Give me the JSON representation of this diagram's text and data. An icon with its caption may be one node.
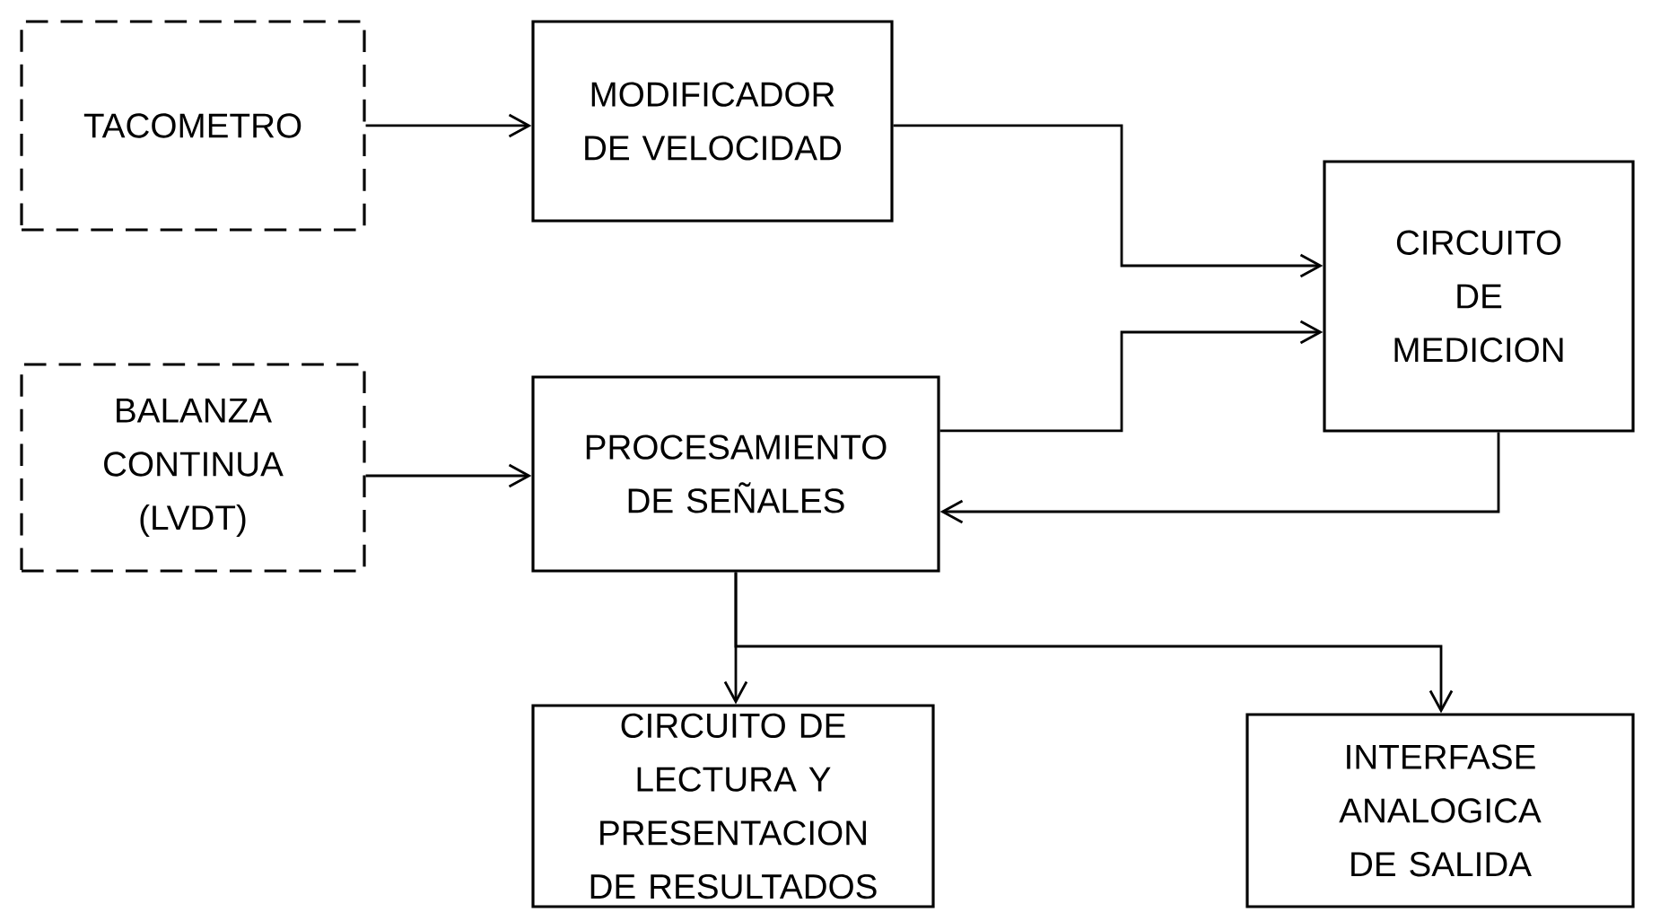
{
  "diagram": {
    "nodes": [
      {
        "text": [
          "TACOMETRO"
        ]
      },
      {
        "text": [
          "MODIFICADOR DE VELOCIDAD"
        ]
      },
      {
        "text": [
          "CIRCUITO DE MEDICION"
        ]
      },
      {
        "text": [
          "BALANZA CONTINUA (LVDT)"
        ]
      },
      {
        "text": [
          "PROCESAMIENTO DE SEÑALES"
        ]
      },
      {
        "text": [
          "CIRCUITO DE LECTURA Y PRESENTACION DE RESULTADOS"
        ]
      },
      {
        "text": [
          "INTERFASE ANALOGICA DE SALIDA"
        ]
      }
    ],
    "edges": [
      {
        "from": 0,
        "to": 1,
        "arrow": "to"
      },
      {
        "from": 1,
        "to": 2,
        "arrow": "to"
      },
      {
        "from": 4,
        "to": 2,
        "arrow": "to"
      },
      {
        "from": 2,
        "to": 4,
        "arrow": "to"
      },
      {
        "from": 3,
        "to": 4,
        "arrow": "to"
      },
      {
        "from": 4,
        "to": 5,
        "arrow": "to"
      },
      {
        "from": 4,
        "to": 6,
        "arrow": "to"
      }
    ]
  }
}
